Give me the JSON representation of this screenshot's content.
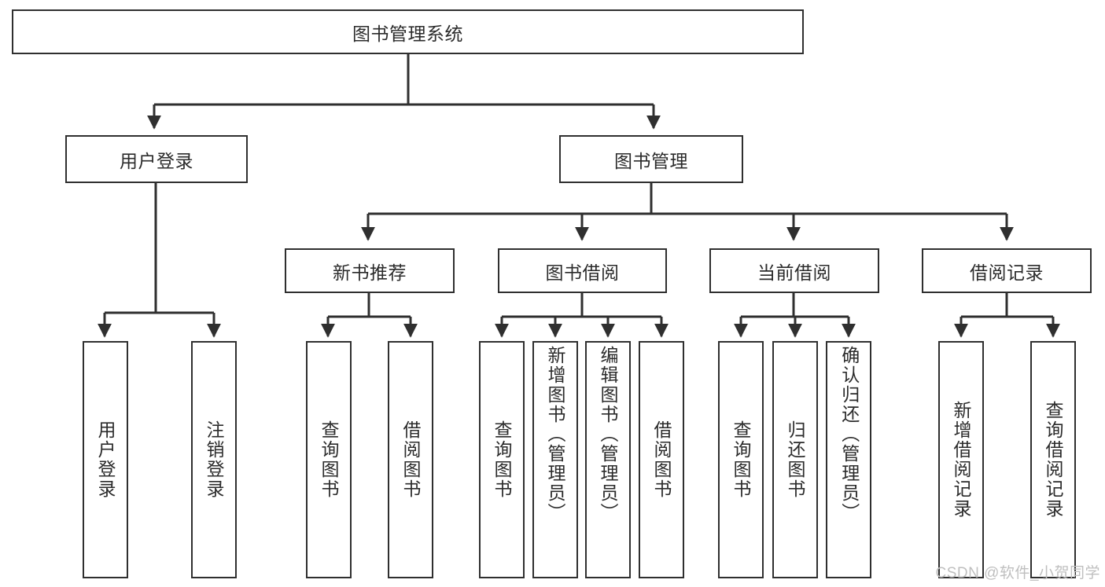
{
  "diagram": {
    "title": "图书管理系统",
    "type": "tree",
    "root": {
      "label": "图书管理系统"
    },
    "level2": [
      {
        "label": "用户登录"
      },
      {
        "label": "图书管理"
      }
    ],
    "level3": [
      {
        "label": "新书推荐"
      },
      {
        "label": "图书借阅"
      },
      {
        "label": "当前借阅"
      },
      {
        "label": "借阅记录"
      }
    ],
    "leaves": {
      "user_login": [
        {
          "label": "用户登录"
        },
        {
          "label": "注销登录"
        }
      ],
      "new_book_recommend": [
        {
          "label": "查询图书"
        },
        {
          "label": "借阅图书"
        }
      ],
      "book_borrow": [
        {
          "label": "查询图书"
        },
        {
          "label": "新增图书（管理员）"
        },
        {
          "label": "编辑图书（管理员）"
        },
        {
          "label": "借阅图书"
        }
      ],
      "current_borrow": [
        {
          "label": "查询图书"
        },
        {
          "label": "归还图书"
        },
        {
          "label": "确认归还（管理员）"
        }
      ],
      "borrow_record": [
        {
          "label": "新增借阅记录"
        },
        {
          "label": "查询借阅记录"
        }
      ]
    }
  },
  "watermark": {
    "text": "CSDN @软件_小贺同学"
  },
  "colors": {
    "stroke": "#2f2f2f",
    "background": "#ffffff",
    "text": "#2b2b2b",
    "watermark": "#bfbfbf"
  }
}
